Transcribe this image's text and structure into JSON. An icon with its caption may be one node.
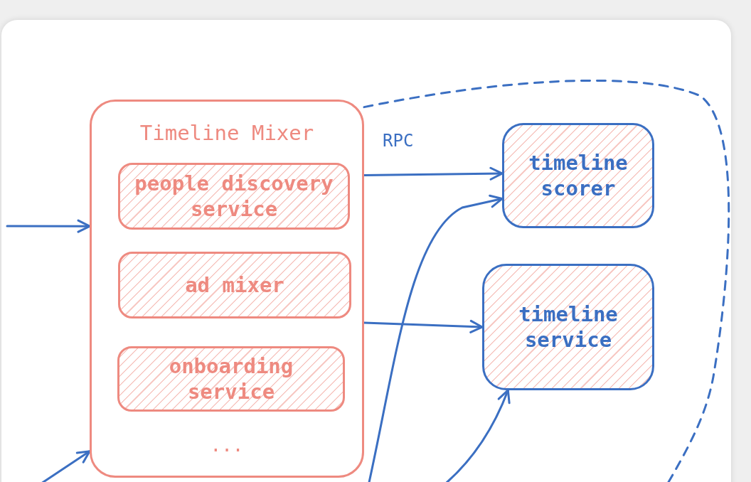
{
  "diagram": {
    "nodes": [
      {
        "text": [
          "Timeline Mixer",
          "..."
        ]
      },
      {
        "text": [
          "people discovery service"
        ],
        "in": 0
      },
      {
        "text": [
          "ad mixer"
        ],
        "in": 0
      },
      {
        "text": [
          "onboarding service"
        ],
        "in": 0
      },
      {
        "text": [
          "timeline scorer"
        ]
      },
      {
        "text": [
          "timeline service"
        ]
      }
    ],
    "edges": [
      {
        "from": null,
        "to": 0,
        "arrow": "to"
      },
      {
        "from": 0,
        "to": 4,
        "arrow": "to",
        "label": "RPC"
      },
      {
        "from": 0,
        "to": 5,
        "arrow": "to"
      },
      {
        "from": null,
        "to": 0,
        "arrow": "to"
      },
      {
        "from": null,
        "to": 4,
        "arrow": "to"
      },
      {
        "from": null,
        "to": 5,
        "arrow": "to"
      },
      {
        "from": 0,
        "to": null,
        "arrow": "none",
        "style": "dashed"
      }
    ]
  }
}
